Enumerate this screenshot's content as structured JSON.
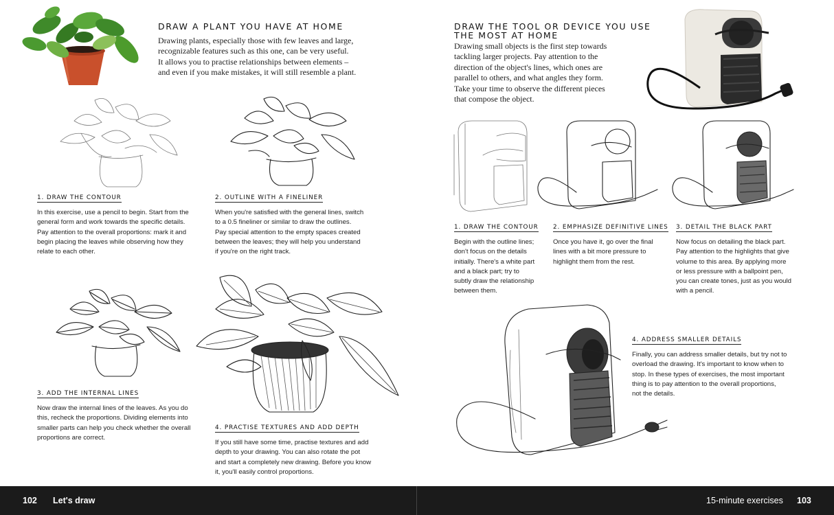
{
  "left": {
    "heading": "Draw a plant you have at home",
    "intro": [
      "Drawing plants, especially those with few leaves and large,",
      "recognizable features such as this one, can be very useful.",
      "It allows you to practise relationships between elements –",
      "and even if you make mistakes, it will still resemble a plant."
    ],
    "steps": [
      {
        "title": "1. Draw the contour",
        "lines": [
          "In this exercise, use a pencil to begin. Start from the",
          "general form and work towards the specific details.",
          "Pay attention to the overall proportions: mark it and",
          "begin placing the leaves while observing how they",
          "relate to each other."
        ]
      },
      {
        "title": "2. Outline with a fineliner",
        "lines": [
          "When you're satisfied with the general lines, switch",
          "to a 0.5 fineliner or similar to draw the outlines.",
          "Pay special attention to the empty spaces created",
          "between the leaves; they will help you understand",
          "if you're on the right track."
        ]
      },
      {
        "title": "3. Add the internal lines",
        "lines": [
          "Now draw the internal lines of the leaves. As you do",
          "this, recheck the proportions. Dividing elements into",
          "smaller parts can help you check whether the overall",
          "proportions are correct."
        ]
      },
      {
        "title": "4. Practise textures and add depth",
        "lines": [
          "If you still have some time, practise textures and add",
          "depth to your drawing. You can also rotate the pot",
          "and start a completely new drawing. Before you know",
          "it, you'll easily control proportions."
        ]
      }
    ]
  },
  "right": {
    "heading": [
      "Draw the tool or device you use",
      "the most at home"
    ],
    "intro": [
      "Drawing small objects is the first step towards",
      "tackling larger projects. Pay attention to the",
      "direction of the object's lines, which ones are",
      "parallel to others, and what angles they form.",
      "Take your time to observe the different pieces",
      "that compose the object."
    ],
    "steps": [
      {
        "title": "1. Draw the contour",
        "lines": [
          "Begin with the outline lines;",
          "don't focus on the details",
          "initially. There's a white part",
          "and a black part; try to",
          "subtly draw the relationship",
          "between them."
        ]
      },
      {
        "title": "2. Emphasize definitive lines",
        "lines": [
          "Once you have it, go over the final",
          "lines with a bit more pressure to",
          "highlight them from the rest."
        ]
      },
      {
        "title": "3. Detail the black part",
        "lines": [
          "Now focus on detailing the black part.",
          "Pay attention to the highlights that give",
          "volume to this area. By applying more",
          "or less pressure with a ballpoint pen,",
          "you can create tones, just as you would",
          "with a pencil."
        ]
      },
      {
        "title": "4. Address smaller details",
        "lines": [
          "Finally, you can address smaller details, but try not to",
          "overload the drawing. It's important to know when to",
          "stop. In these types of exercises, the most important",
          "thing is to pay attention to the overall proportions,",
          "not the details."
        ]
      }
    ]
  },
  "footer": {
    "left_page_number": "102",
    "left_section": "Let's draw",
    "right_section": "15-minute exercises",
    "right_page_number": "103"
  },
  "colors": {
    "footer_bg": "#1b1b1b",
    "pot": "#c9502c",
    "leaf": "#3f8a2a",
    "machine_body": "#e9e6df",
    "machine_dark": "#2b2b2b"
  }
}
